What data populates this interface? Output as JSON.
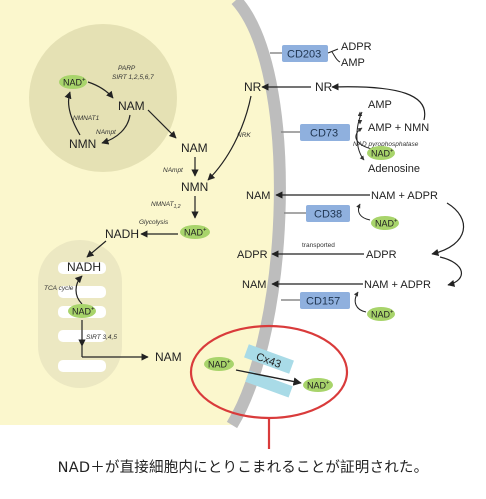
{
  "diagram": {
    "colors": {
      "cell": "#fbf7cd",
      "nucleus": "#e5e1b4",
      "mito": "#ece8c2",
      "membrane": "#bdbdbd",
      "enzyme_box": "#8fb0de",
      "nad_fill": "#a8d46b",
      "highlight": "#d93b3b",
      "cx43_channel": "#a9dbe7"
    },
    "nucleus": {
      "nad": "NAD",
      "nad_sup": "+",
      "parp_sirt": [
        "PARP",
        "SIRT 1,2,5,6,7"
      ],
      "nam": "NAM",
      "nmnat1": "NMNAT1",
      "nampt": "NAmpt",
      "nmn": "NMN"
    },
    "cytosol": {
      "nam": "NAM",
      "nampt": "NAmpt",
      "nmn": "NMN",
      "nr": "NR",
      "nrk": "NRK",
      "nmnat": "NMNAT",
      "nmnat_sub": "1,2",
      "glycolysis": "Glycolysis",
      "nadh": "NADH",
      "nad": "NAD",
      "nad_sup": "+"
    },
    "mitochondria": {
      "nadh": "NADH",
      "tca": "TCA cycle",
      "nad": "NAD",
      "nad_sup": "+",
      "sirt": "SIRT 3,4,5",
      "nam": "NAM"
    },
    "extracellular": {
      "cd203": "CD203",
      "adpr": "ADPR",
      "amp": "AMP",
      "nr": "NR",
      "cd73": "CD73",
      "amp2": "AMP",
      "amp_nmn": "AMP + NMN",
      "nad_pyro": "NAD pyrophosphatase",
      "nad": "NAD",
      "nad_sup": "+",
      "adenosine": "Adenosine",
      "nam_left": "NAM",
      "nam_adpr": "NAM  +  ADPR",
      "cd38": "CD38",
      "transported": "transported",
      "adpr_left": "ADPR",
      "adpr_right": "ADPR",
      "nam_left2": "NAM",
      "nam_adpr2": "NAM  +  ADPR",
      "cd157": "CD157"
    },
    "connexin": {
      "label": "Cx43",
      "nad_in": "NAD",
      "nad_out": "NAD",
      "nad_sup": "+"
    }
  },
  "caption": "NAD＋が直接細胞内にとりこまれることが証明された。"
}
